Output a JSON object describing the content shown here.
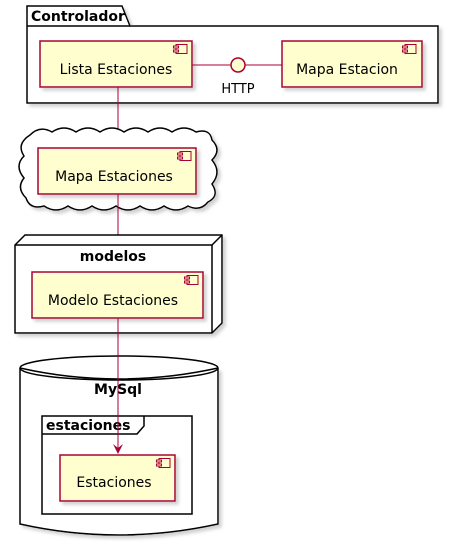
{
  "diagram": {
    "colors": {
      "component_fill": "#FEFECE",
      "component_stroke": "#A80036",
      "container_stroke": "#000000",
      "arrow": "#A80036",
      "background": "#FFFFFF"
    },
    "packages": {
      "controlador": "Controlador",
      "modelos": "modelos",
      "mysql": "MySql",
      "estaciones_frame": "estaciones"
    },
    "components": {
      "lista_estaciones": "Lista Estaciones",
      "mapa_estacion": "Mapa Estacion",
      "mapa_estaciones": "Mapa Estaciones",
      "modelo_estaciones": "Modelo Estaciones",
      "estaciones": "Estaciones"
    },
    "interfaces": {
      "http": "HTTP"
    },
    "icons": {
      "component": "component-icon",
      "interface": "interface-lollipop-icon"
    }
  }
}
